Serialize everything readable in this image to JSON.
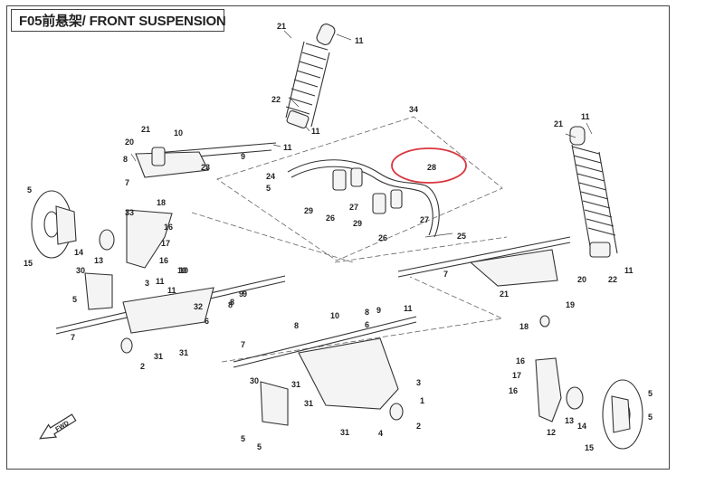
{
  "title": "F05前悬架/ FRONT SUSPENSION",
  "highlight_color": "#d9363e",
  "callouts": [
    {
      "id": "c21a",
      "text": "21"
    },
    {
      "id": "c11a",
      "text": "11"
    },
    {
      "id": "c22a",
      "text": "22"
    },
    {
      "id": "c11b",
      "text": "11"
    },
    {
      "id": "c34",
      "text": "34"
    },
    {
      "id": "c28",
      "text": "28"
    },
    {
      "id": "c21b",
      "text": "21"
    },
    {
      "id": "c10a",
      "text": "10"
    },
    {
      "id": "c20a",
      "text": "20"
    },
    {
      "id": "c8a",
      "text": "8"
    },
    {
      "id": "c23",
      "text": "23"
    },
    {
      "id": "c9a",
      "text": "9"
    },
    {
      "id": "c11c",
      "text": "11"
    },
    {
      "id": "c7a",
      "text": "7"
    },
    {
      "id": "c18a",
      "text": "18"
    },
    {
      "id": "c5a",
      "text": "5"
    },
    {
      "id": "c24",
      "text": "24"
    },
    {
      "id": "c5b",
      "text": "5"
    },
    {
      "id": "c29a",
      "text": "29"
    },
    {
      "id": "c26a",
      "text": "26"
    },
    {
      "id": "c27a",
      "text": "27"
    },
    {
      "id": "c29b",
      "text": "29"
    },
    {
      "id": "c27b",
      "text": "27"
    },
    {
      "id": "c26b",
      "text": "26"
    },
    {
      "id": "c25",
      "text": "25"
    },
    {
      "id": "c21c",
      "text": "21"
    },
    {
      "id": "c11d",
      "text": "11"
    },
    {
      "id": "c33",
      "text": "33"
    },
    {
      "id": "c16a",
      "text": "16"
    },
    {
      "id": "c17a",
      "text": "17"
    },
    {
      "id": "c16b",
      "text": "16"
    },
    {
      "id": "c14a",
      "text": "14"
    },
    {
      "id": "c13a",
      "text": "13"
    },
    {
      "id": "c15a",
      "text": "15"
    },
    {
      "id": "c10b",
      "text": "10"
    },
    {
      "id": "c11e",
      "text": "11"
    },
    {
      "id": "c9b",
      "text": "9"
    },
    {
      "id": "c8b",
      "text": "8"
    },
    {
      "id": "c7b",
      "text": "7"
    },
    {
      "id": "c20b",
      "text": "20"
    },
    {
      "id": "c22b",
      "text": "22"
    },
    {
      "id": "c11f",
      "text": "11"
    },
    {
      "id": "c21d",
      "text": "21"
    },
    {
      "id": "c19",
      "text": "19"
    },
    {
      "id": "c30a",
      "text": "30"
    },
    {
      "id": "c10c",
      "text": "10"
    },
    {
      "id": "c11g",
      "text": "11"
    },
    {
      "id": "c3a",
      "text": "3"
    },
    {
      "id": "c8c",
      "text": "8"
    },
    {
      "id": "c9c",
      "text": "9"
    },
    {
      "id": "c5c",
      "text": "5"
    },
    {
      "id": "c32",
      "text": "32"
    },
    {
      "id": "c6a",
      "text": "6"
    },
    {
      "id": "c7c",
      "text": "7"
    },
    {
      "id": "c2a",
      "text": "2"
    },
    {
      "id": "c31a",
      "text": "31"
    },
    {
      "id": "c31b",
      "text": "31"
    },
    {
      "id": "c10d",
      "text": "10"
    },
    {
      "id": "c8d",
      "text": "8"
    },
    {
      "id": "c9d",
      "text": "9"
    },
    {
      "id": "c11h",
      "text": "11"
    },
    {
      "id": "c8e",
      "text": "8"
    },
    {
      "id": "c6b",
      "text": "6"
    },
    {
      "id": "c18b",
      "text": "18"
    },
    {
      "id": "c7d",
      "text": "7"
    },
    {
      "id": "c16c",
      "text": "16"
    },
    {
      "id": "c17b",
      "text": "17"
    },
    {
      "id": "c16d",
      "text": "16"
    },
    {
      "id": "c3b",
      "text": "3"
    },
    {
      "id": "c1",
      "text": "1"
    },
    {
      "id": "c2b",
      "text": "2"
    },
    {
      "id": "c30b",
      "text": "30"
    },
    {
      "id": "c31c",
      "text": "31"
    },
    {
      "id": "c31d",
      "text": "31"
    },
    {
      "id": "c31e",
      "text": "31"
    },
    {
      "id": "c4",
      "text": "4"
    },
    {
      "id": "c13b",
      "text": "13"
    },
    {
      "id": "c14b",
      "text": "14"
    },
    {
      "id": "c5d",
      "text": "5"
    },
    {
      "id": "c5e",
      "text": "5"
    },
    {
      "id": "c12",
      "text": "12"
    },
    {
      "id": "c15b",
      "text": "15"
    },
    {
      "id": "c5f",
      "text": "5"
    },
    {
      "id": "c5g",
      "text": "5"
    }
  ],
  "fwd_label": "FWD"
}
